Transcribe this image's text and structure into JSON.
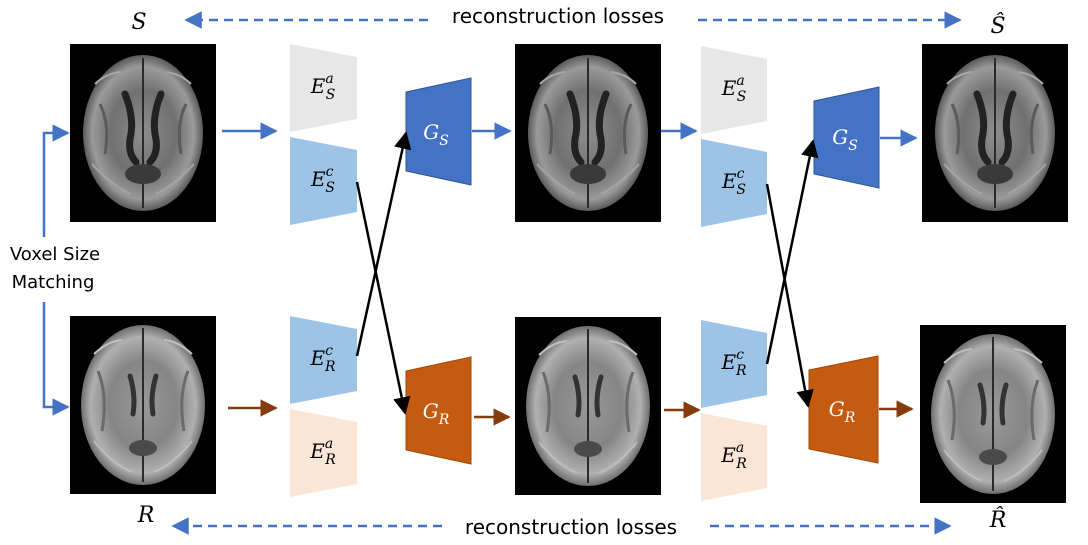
{
  "labels": {
    "top_left": "S",
    "top_right": "Ŝ",
    "bottom_left": "R",
    "bottom_right": "R̂",
    "top_losses": "reconstruction losses",
    "bottom_losses": "reconstruction losses",
    "voxel_line1": "Voxel Size",
    "voxel_line2": "Matching"
  },
  "encoders": {
    "es_a": {
      "base": "E",
      "sub": "S",
      "sup": "a"
    },
    "es_c": {
      "base": "E",
      "sub": "S",
      "sup": "c"
    },
    "er_c": {
      "base": "E",
      "sub": "R",
      "sup": "c"
    },
    "er_a": {
      "base": "E",
      "sub": "R",
      "sup": "a"
    }
  },
  "generators": {
    "gs": {
      "base": "G",
      "sub": "S"
    },
    "gr": {
      "base": "G",
      "sub": "R"
    }
  },
  "colors": {
    "blue": "#4472C4",
    "orange": "#C55A11",
    "arrow_brown": "#843C0C",
    "light_gray": "#E7E7E7",
    "light_blue": "#9DC3E6",
    "light_peach": "#FBE5D6",
    "generator_blue_stroke": "#2F5597",
    "generator_orange_stroke": "#A04709",
    "image_bg": "#000000"
  }
}
